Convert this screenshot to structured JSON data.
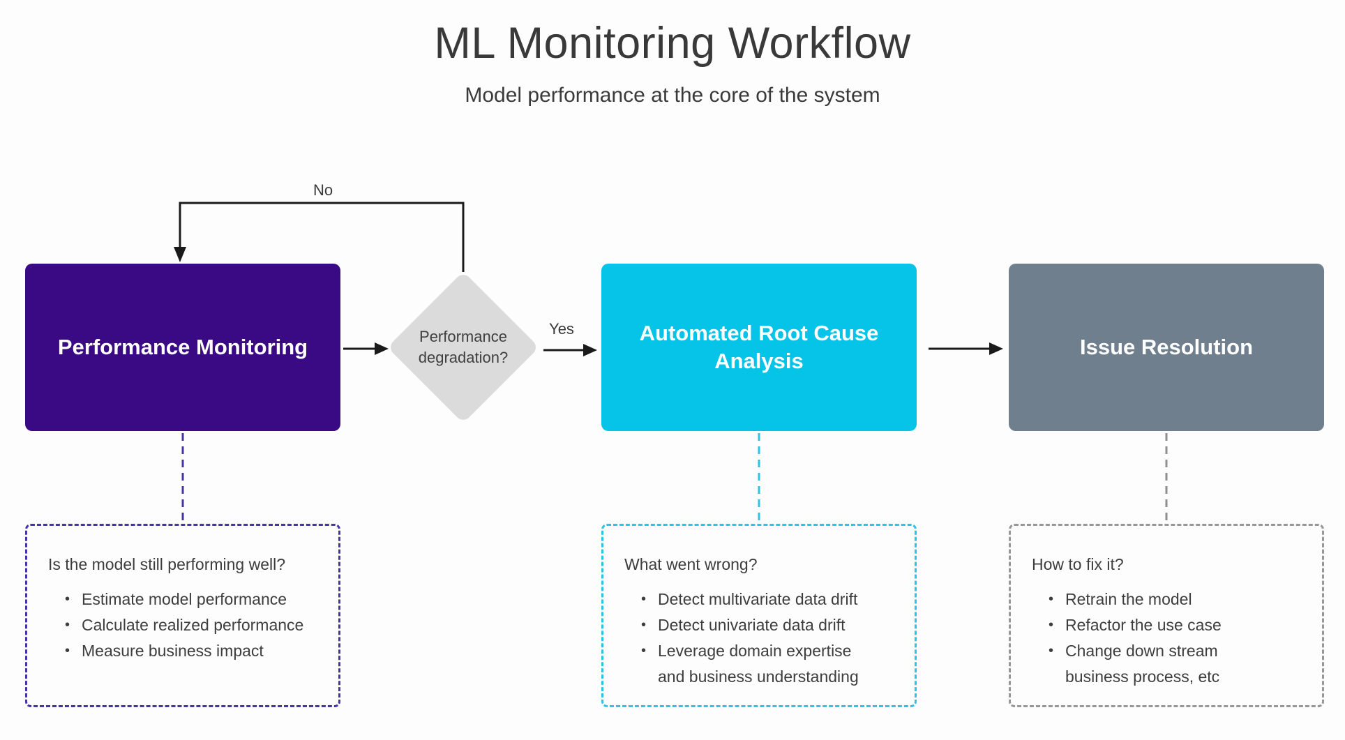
{
  "header": {
    "title": "ML Monitoring Workflow",
    "subtitle": "Model performance at the core of the system"
  },
  "flow": {
    "monitoring": {
      "label": "Performance Monitoring",
      "color": "#3a0a84"
    },
    "decision": {
      "label": "Performance degradation?",
      "color": "#dbdbdb",
      "no_label": "No",
      "yes_label": "Yes"
    },
    "root_cause": {
      "label": "Automated Root Cause Analysis",
      "color": "#06c3e8"
    },
    "resolution": {
      "label": "Issue Resolution",
      "color": "#6f7f8e"
    }
  },
  "details": {
    "monitoring": {
      "heading": "Is the model still performing well?",
      "bullets": [
        "Estimate model performance",
        "Calculate realized performance",
        "Measure business impact"
      ],
      "border_color": "#4732a8"
    },
    "root_cause": {
      "heading": "What went wrong?",
      "bullets": [
        "Detect multivariate data drift",
        "Detect univariate data drift",
        "Leverage domain expertise\nand business understanding"
      ],
      "border_color": "#2cc3e7"
    },
    "resolution": {
      "heading": "How to fix it?",
      "bullets": [
        "Retrain the model",
        "Refactor the use case",
        "Change down stream\nbusiness process, etc"
      ],
      "border_color": "#979797"
    }
  },
  "colors": {
    "arrow": "#1a1a1a",
    "background": "#fdfdfd",
    "text": "#3d3d3d"
  }
}
